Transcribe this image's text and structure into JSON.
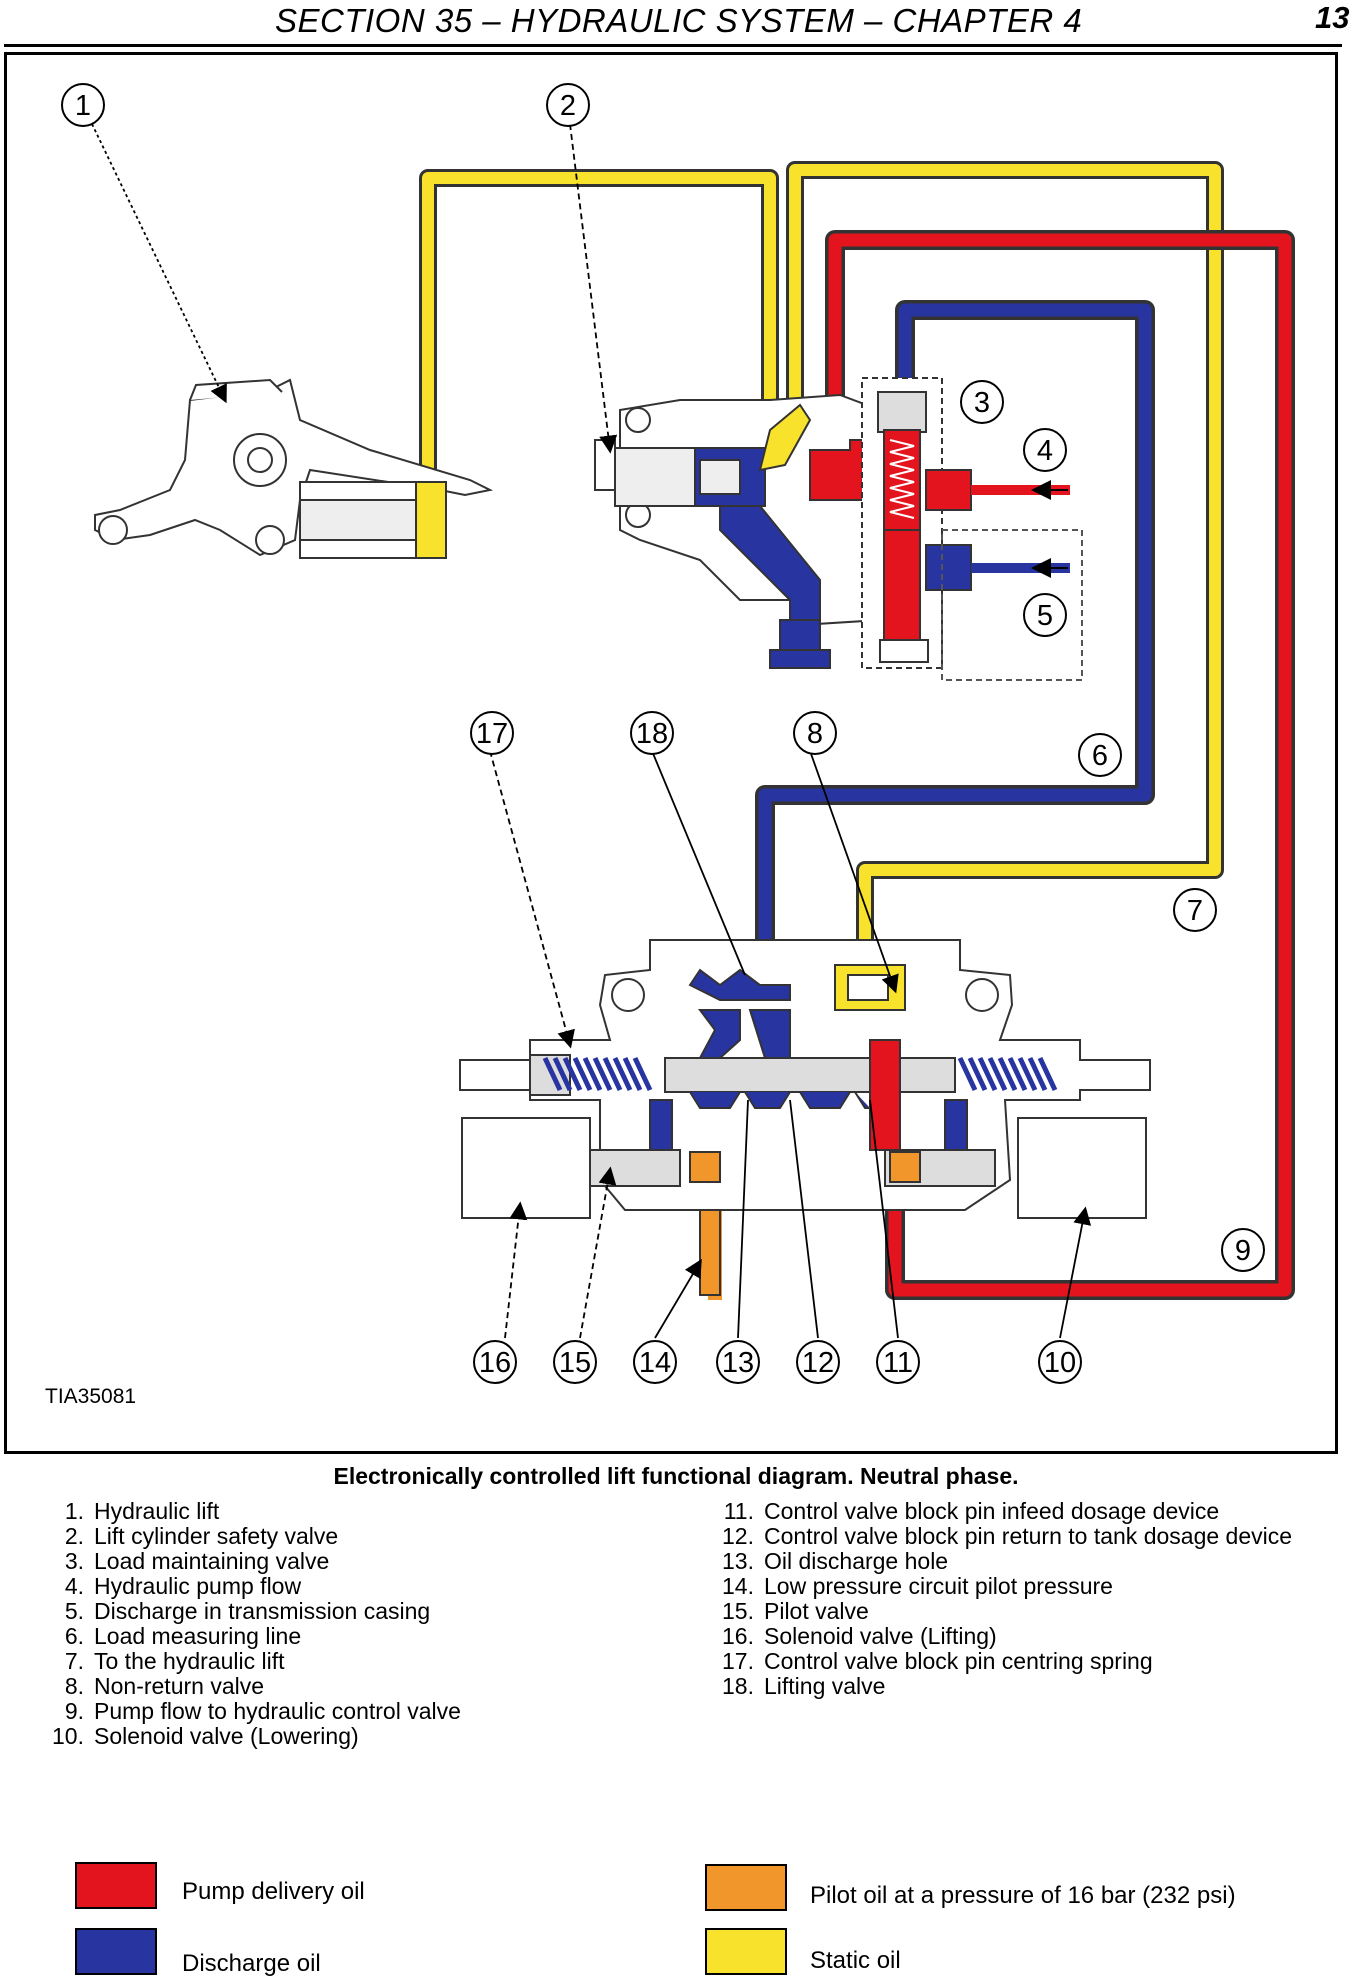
{
  "header": {
    "title": "SECTION 35 – HYDRAULIC SYSTEM – CHAPTER 4",
    "page_number": "13"
  },
  "figure": {
    "reference": "TIA35081",
    "callouts": [
      "1",
      "2",
      "3",
      "4",
      "5",
      "6",
      "7",
      "8",
      "9",
      "10",
      "11",
      "12",
      "13",
      "14",
      "15",
      "16",
      "17",
      "18"
    ]
  },
  "caption": "Electronically controlled lift functional diagram. Neutral phase.",
  "legend_left": [
    {
      "num": "1.",
      "text": "Hydraulic lift"
    },
    {
      "num": "2.",
      "text": "Lift cylinder safety valve"
    },
    {
      "num": "3.",
      "text": "Load maintaining valve"
    },
    {
      "num": "4.",
      "text": "Hydraulic pump flow"
    },
    {
      "num": "5.",
      "text": "Discharge in transmission casing"
    },
    {
      "num": "6.",
      "text": "Load measuring line"
    },
    {
      "num": "7.",
      "text": "To the hydraulic lift"
    },
    {
      "num": "8.",
      "text": "Non-return valve"
    },
    {
      "num": "9.",
      "text": "Pump flow to hydraulic control valve"
    },
    {
      "num": "10.",
      "text": "Solenoid valve (Lowering)"
    }
  ],
  "legend_right": [
    {
      "num": "11.",
      "text": "Control valve block pin infeed dosage device"
    },
    {
      "num": "12.",
      "text": "Control valve block pin return to tank dosage device"
    },
    {
      "num": "13.",
      "text": "Oil discharge hole"
    },
    {
      "num": "14.",
      "text": "Low pressure circuit pilot pressure"
    },
    {
      "num": "15.",
      "text": "Pilot valve"
    },
    {
      "num": "16.",
      "text": "Solenoid valve (Lifting)"
    },
    {
      "num": "17.",
      "text": "Control valve block pin centring spring"
    },
    {
      "num": "18.",
      "text": "Lifting valve"
    }
  ],
  "color_key": [
    {
      "label": "Pump delivery oil",
      "color": "#e3141e"
    },
    {
      "label": "Discharge oil",
      "color": "#2834a0"
    },
    {
      "label": "Pilot oil at a pressure of 16 bar (232 psi)",
      "color": "#f0962a"
    },
    {
      "label": "Static oil",
      "color": "#f8e22c"
    }
  ],
  "colors": {
    "pump_delivery": "#e3141e",
    "discharge": "#2834a0",
    "pilot": "#f0962a",
    "static": "#f8e22c"
  }
}
